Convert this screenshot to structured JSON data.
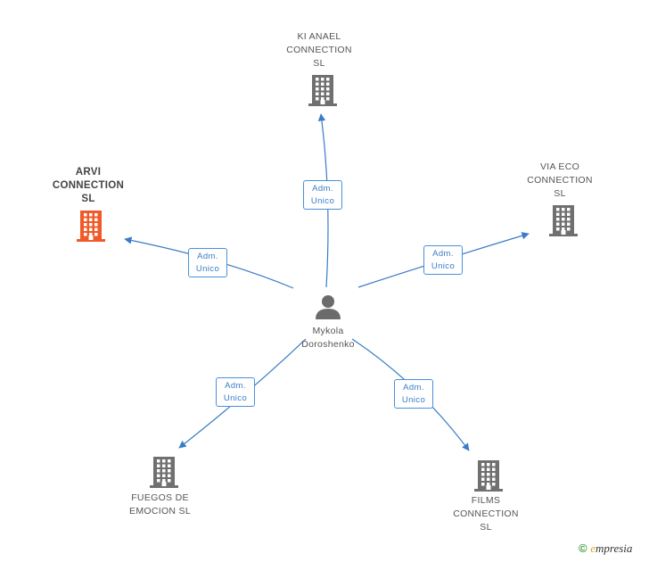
{
  "colors": {
    "edge": "#3a7cc7",
    "building": "#707070",
    "building_highlight": "#f05a28",
    "person": "#6b6b6b"
  },
  "center": {
    "name": "Mykola\nDoroshenko",
    "icon": "person-icon"
  },
  "companies": [
    {
      "id": "ki-anael",
      "name": "KI ANAEL\nCONNECTION\nSL",
      "highlight": false,
      "role_l1": "Adm.",
      "role_l2": "Unico"
    },
    {
      "id": "via-eco",
      "name": "VIA ECO\nCONNECTION\nSL",
      "highlight": false,
      "role_l1": "Adm.",
      "role_l2": "Unico"
    },
    {
      "id": "arvi",
      "name": "ARVI\nCONNECTION\nSL",
      "highlight": true,
      "role_l1": "Adm.",
      "role_l2": "Unico"
    },
    {
      "id": "fuegos",
      "name": "FUEGOS DE\nEMOCION  SL",
      "highlight": false,
      "role_l1": "Adm.",
      "role_l2": "Unico"
    },
    {
      "id": "films",
      "name": "FILMS\nCONNECTION\nSL",
      "highlight": false,
      "role_l1": "Adm.",
      "role_l2": "Unico"
    }
  ],
  "brand": {
    "copyright": "©",
    "e": "e",
    "name": "mpresia"
  }
}
